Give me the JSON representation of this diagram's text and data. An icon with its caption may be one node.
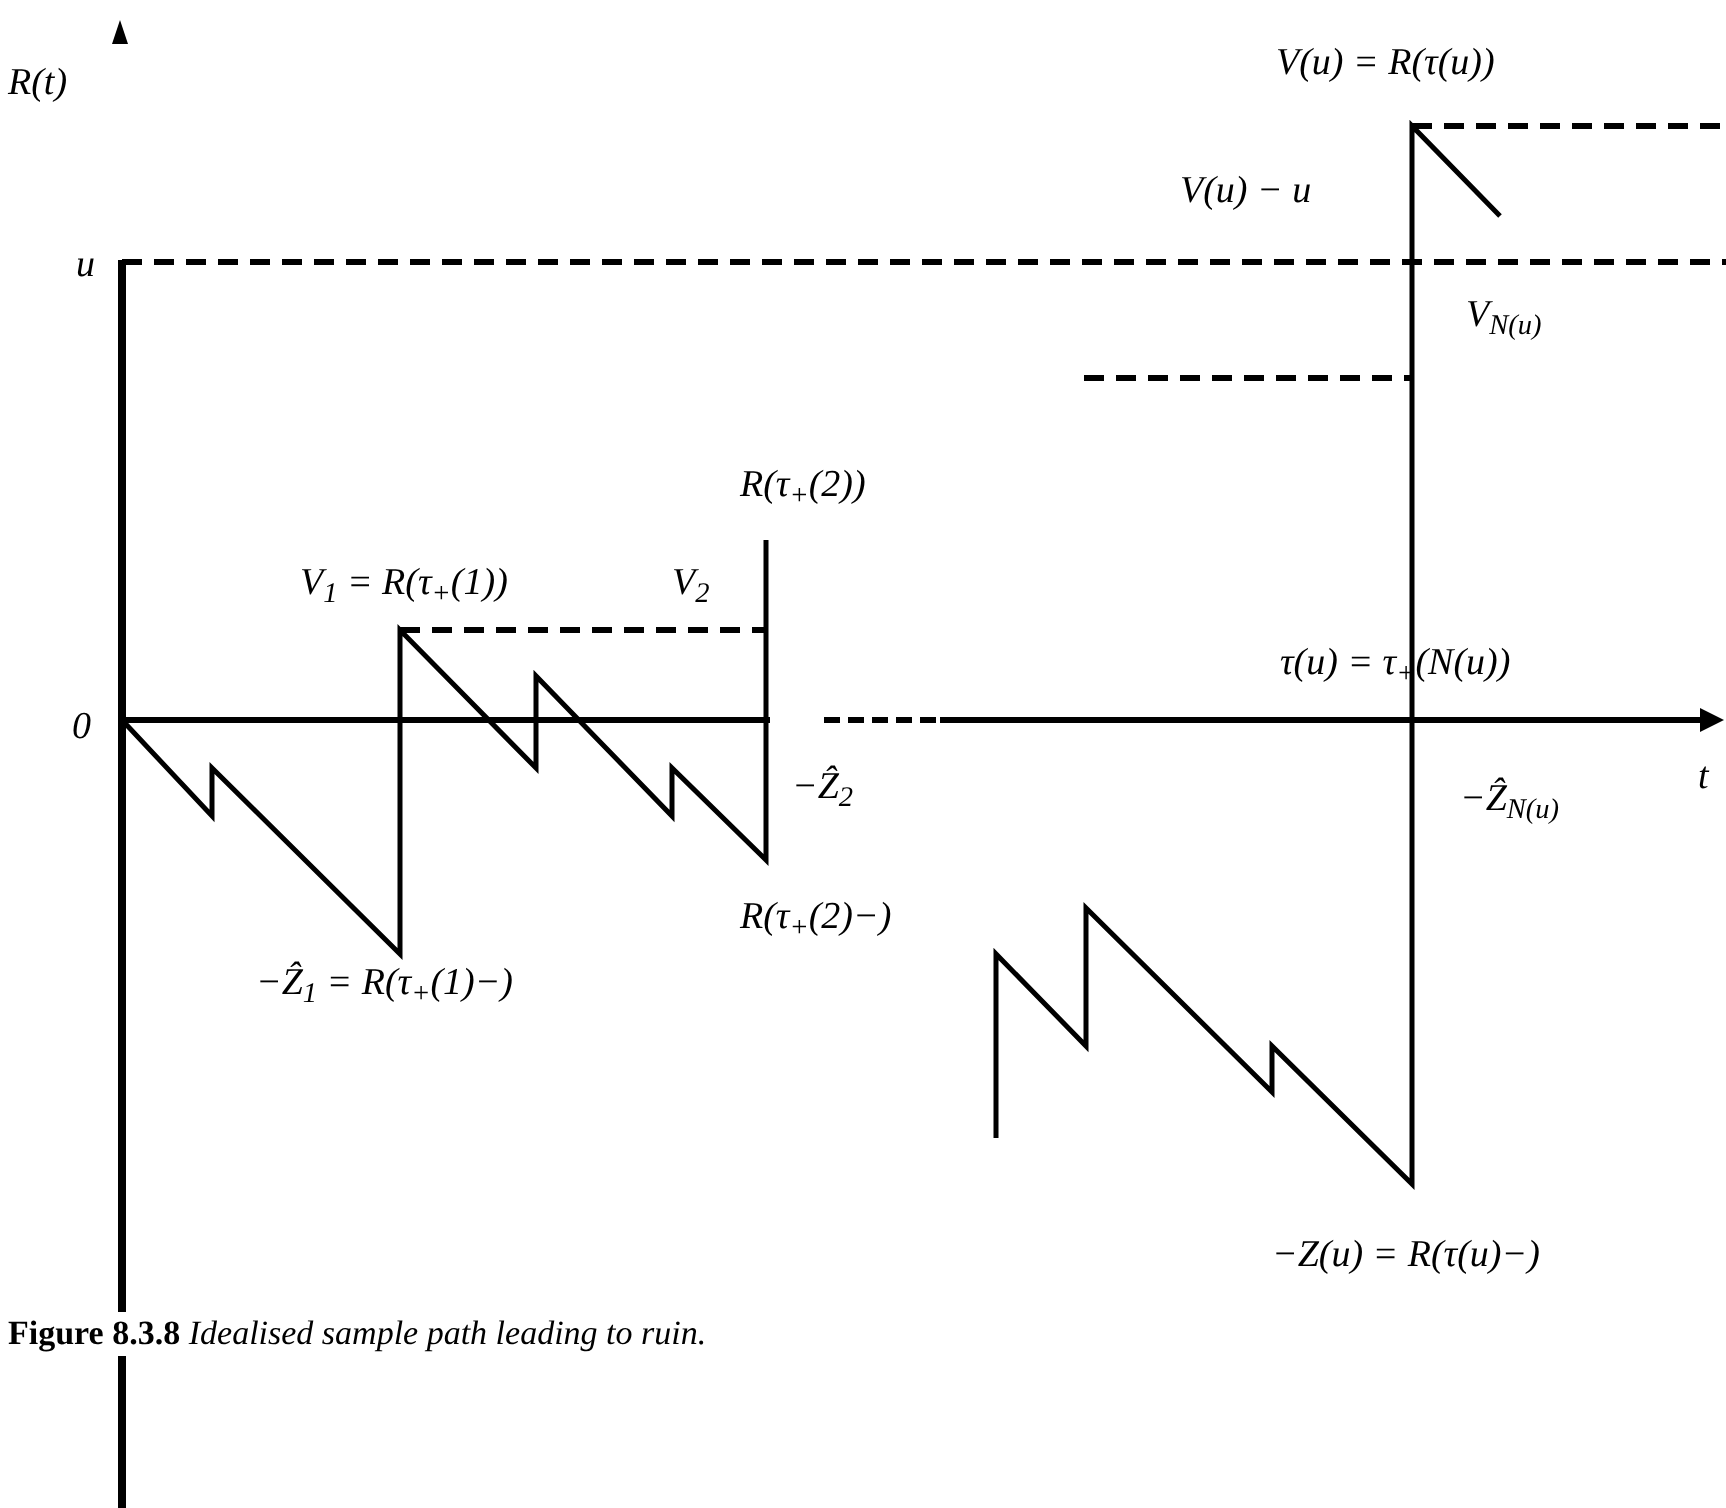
{
  "diagram": {
    "caption": "**Figure 8.3.8** *Idealised sample path leading to ruin.*",
    "labels": [
      "R(t)",
      "u",
      "0",
      "t",
      "V(u) = R(τ(u))",
      "V(u) − u",
      "V$_{N(u)}$",
      "R(τ$_{+}$(2))",
      "V$_{1}$ = R(τ$_{+}$(1))",
      "V$_{2}$",
      "τ(u) = τ$_{+}$(N(u))",
      "−Ẑ$_{2}$",
      "−Ẑ$_{N(u)}$",
      "R(τ$_{+}$(2)−)",
      "−Ẑ$_{1}$ = R(τ$_{+}$(1)−)",
      "−Z(u) = R(τ(u)−)"
    ]
  }
}
